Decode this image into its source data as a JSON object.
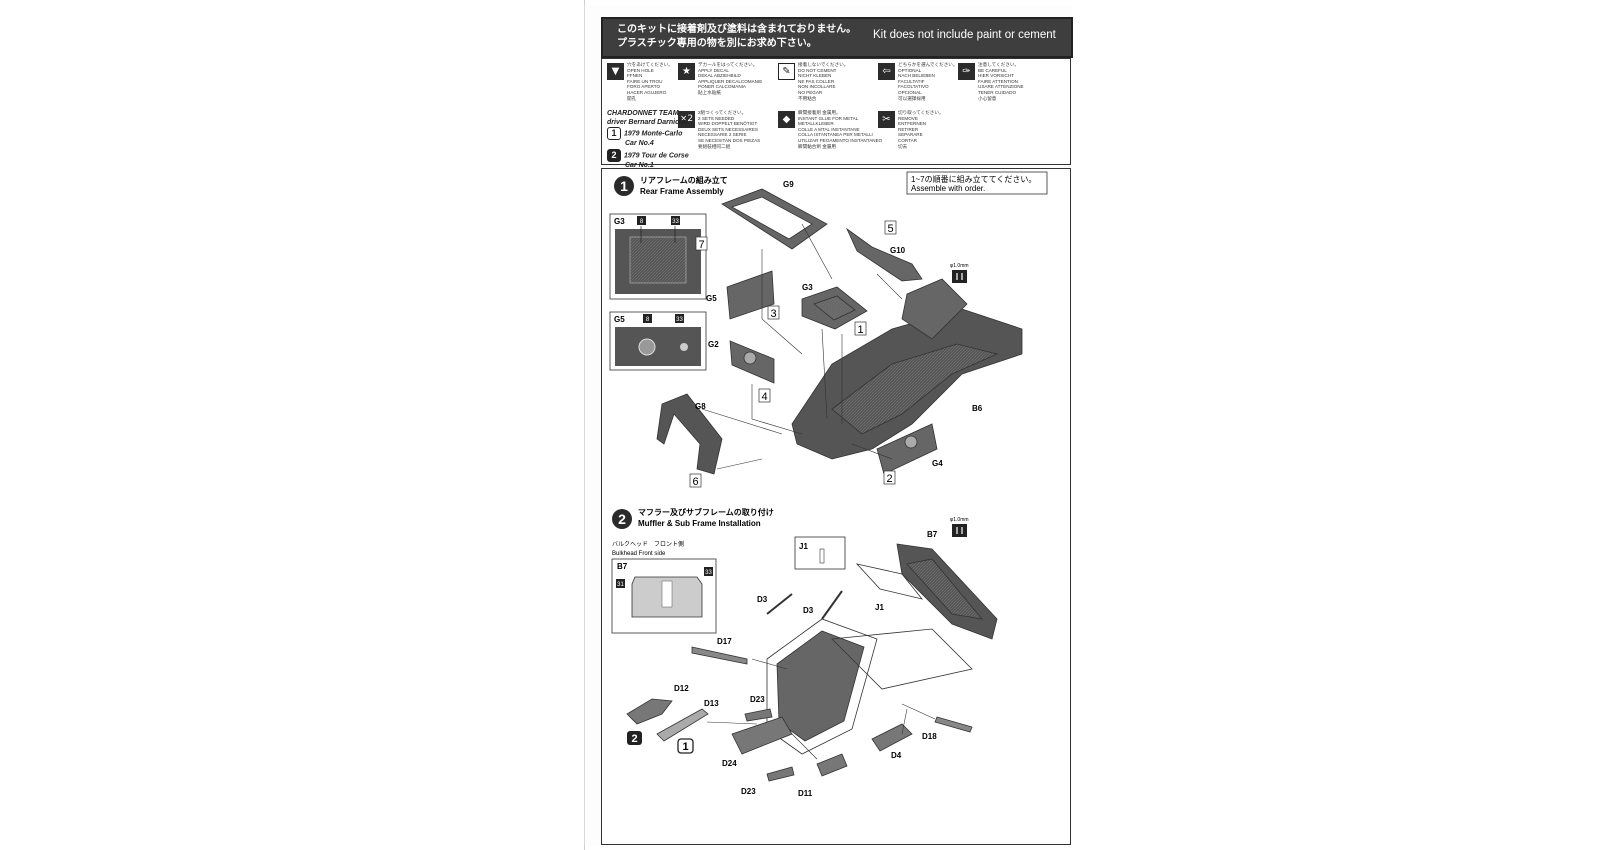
{
  "header": {
    "jp_text": "このキットに接着剤及び塗料は含まれておりません。\nプラスチック専用の物を別にお求め下さい。",
    "en_text": "Kit does not include paint or cement"
  },
  "legend": {
    "items": [
      {
        "icon": "drill-hole-icon",
        "glyph": "▼",
        "text": "穴をあけてください。\nOPEN HOLE\nFFNEN\nFAIRE UN TROU\nFORO APERTO\nHACER AGUJERO\n開孔"
      },
      {
        "icon": "decal-icon",
        "glyph": "★",
        "text": "デカールをはってください。\nAPPLY DECAL\nDEKAL ABZIEHBILD\nAPPLIQUER DECALCOMANIE\nPONER CALCOMANIA\n貼上水貼紙"
      },
      {
        "icon": "no-cement-icon",
        "glyph": "✎",
        "text": "接着しないでください。\nDO NOT CEMENT\nNICHT KLEBEN\nNE PAS COLLER\nNON INCOLLARE\nNO PEGAR\n不用粘合"
      },
      {
        "icon": "optional-icon",
        "glyph": "⇦",
        "text": "どちらかを選んでください。\nOPTIONAL\nNACH BELIEBEN\nFACULTATIF\nFACOLTATIVO\nOPCIONAL\n可以選擇採用"
      },
      {
        "icon": "careful-icon",
        "glyph": "✑",
        "text": "注意してください。\nBE CAREFUL\nHIER VORSICHT\nFAIRE ATTENTION\nUSARE ATTENZIONE\nTENER CUIDADO\n小心留意"
      },
      {
        "icon": "times-two-icon",
        "glyph": "×2",
        "text": "2組つくってください。\n2 SETS NEEDED\nWIRD DOPPELT BENÖTIGT\nDEUX SETS NECESSAIRES\nNECESSARIE 2 SERIE\nSE NECESITAN DOS PIEZAS\n要組裝相同二組"
      },
      {
        "icon": "metal-glue-icon",
        "glyph": "◆",
        "text": "瞬間接着剤 金属用。\nINSTANT GLUE FOR METAL\nMETALLKLEBER\nCOLLE A MTAL INSTANTANE\nCOLLA ISTANTANEA PER METALLI\nUTILIZAR PEGAMENTO INSTANTANEO\n瞬間黏合劑 金屬用"
      },
      {
        "icon": "remove-icon",
        "glyph": "✂",
        "text": "切り取ってください。\nREMOVE\nENTFERNEN\nRETIRER\nSEPARARE\nCORTAR\n切去"
      }
    ],
    "team": {
      "title": "CHARDONNET TEAM",
      "driver": "driver Bernard Darniche",
      "entry1": "1979 Monte-Carlo",
      "car1": "Car No.4",
      "entry2": "1979 Tour de Corse",
      "car2": "Car No.1",
      "badge1": "1",
      "badge2": "2"
    }
  },
  "step1": {
    "number": "1",
    "title_jp": "リアフレームの組み立て",
    "title_en": "Rear Frame Assembly",
    "order_note_jp": "1~7の順番に組み立ててください。",
    "order_note_en": "Assemble with order.",
    "inset_g3": {
      "part": "G3",
      "c1": "8",
      "c2": "33"
    },
    "inset_g5": {
      "part": "G5",
      "c1": "8",
      "c2": "33"
    },
    "labels": [
      "G9",
      "G10",
      "G5",
      "G3",
      "G2",
      "G8",
      "B6",
      "G4"
    ],
    "order_numbers": [
      "1",
      "2",
      "3",
      "4",
      "5",
      "6",
      "7"
    ],
    "drill_size": "φ1.0mm"
  },
  "step2": {
    "number": "2",
    "title_jp": "マフラー及びサブフレームの取り付け",
    "title_en": "Muffler & Sub Frame Installation",
    "bulkhead_jp": "バルクヘッド　フロント側",
    "bulkhead_en": "Bulkhead Front side",
    "inset_b7": {
      "part": "B7",
      "c1": "31",
      "c2": "33"
    },
    "labels": [
      "J1",
      "B7",
      "D3",
      "D3",
      "J1",
      "D17",
      "D12",
      "D13",
      "D23",
      "D24",
      "D23",
      "D11",
      "D4",
      "D18"
    ],
    "drill_size": "φ1.0mm",
    "option_badge1": "2",
    "option_badge2": "1"
  }
}
